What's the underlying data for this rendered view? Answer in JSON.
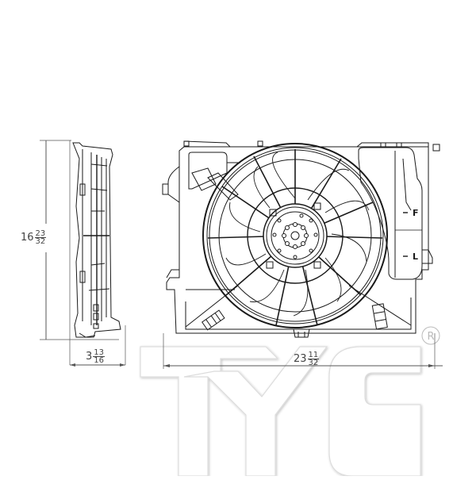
{
  "diagram": {
    "subject": "Radiator cooling fan assembly",
    "views": [
      {
        "name": "side-view"
      },
      {
        "name": "front-view"
      }
    ],
    "dimensions": {
      "height": {
        "whole": "16",
        "numerator": "23",
        "denominator": "32"
      },
      "depth": {
        "whole": "3",
        "numerator": "13",
        "denominator": "16"
      },
      "width": {
        "whole": "23",
        "numerator": "11",
        "denominator": "32"
      }
    },
    "reservoir_marks": {
      "full": "F",
      "low": "L"
    },
    "watermark": {
      "brand": "TYC",
      "registered": "R"
    },
    "colors": {
      "line": "#1a1a1a",
      "dim_line": "#555555",
      "watermark": "#e4e4e4",
      "background": "#ffffff"
    }
  }
}
